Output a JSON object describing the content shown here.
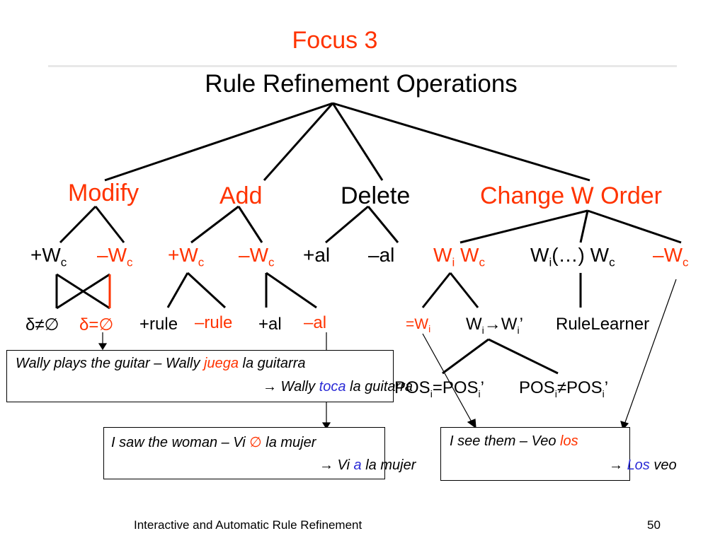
{
  "slide": {
    "focus": "Focus 3",
    "title": "Rule Refinement Operations",
    "footer": "Interactive and Automatic Rule Refinement",
    "page_number": "50"
  },
  "categories": {
    "modify": "Modify",
    "add": "Add",
    "delete": "Delete",
    "change_order": "Change W Order"
  },
  "ops": {
    "plus": "+",
    "minus": "–",
    "w": "W",
    "c": "c",
    "i": "i",
    "al": "al",
    "wi_paren": "(…)"
  },
  "leaves": {
    "delta_ne": "δ≠∅",
    "delta_eq": "δ=∅",
    "plus_rule": "+rule",
    "minus_rule": "–rule",
    "plus_al": "+al",
    "minus_al": "–al",
    "eq_wi": "=W",
    "wi_arrow": "→W",
    "prime": "’",
    "rulelearner": "RuleLearner",
    "pos": "POS",
    "eq": "=",
    "ne": "≠"
  },
  "examples": {
    "ex1_line1_a": "Wally plays the guitar – Wally ",
    "ex1_line1_red": "juega",
    "ex1_line1_b": " la guitarra",
    "ex1_line2_a": "→ Wally ",
    "ex1_line2_blue": "toca",
    "ex1_line2_b": " la guitarra",
    "ex2_line1_a": "I saw the woman – Vi ",
    "ex2_line1_red": "∅",
    "ex2_line1_b": "  la mujer",
    "ex2_line2_a": "→ Vi ",
    "ex2_line2_blue": "a",
    "ex2_line2_b": " la mujer",
    "ex3_line1_a": "I see them – Veo ",
    "ex3_line1_red": "los",
    "ex3_line2_a": "→ ",
    "ex3_line2_blue": "Los",
    "ex3_line2_b": " veo"
  }
}
